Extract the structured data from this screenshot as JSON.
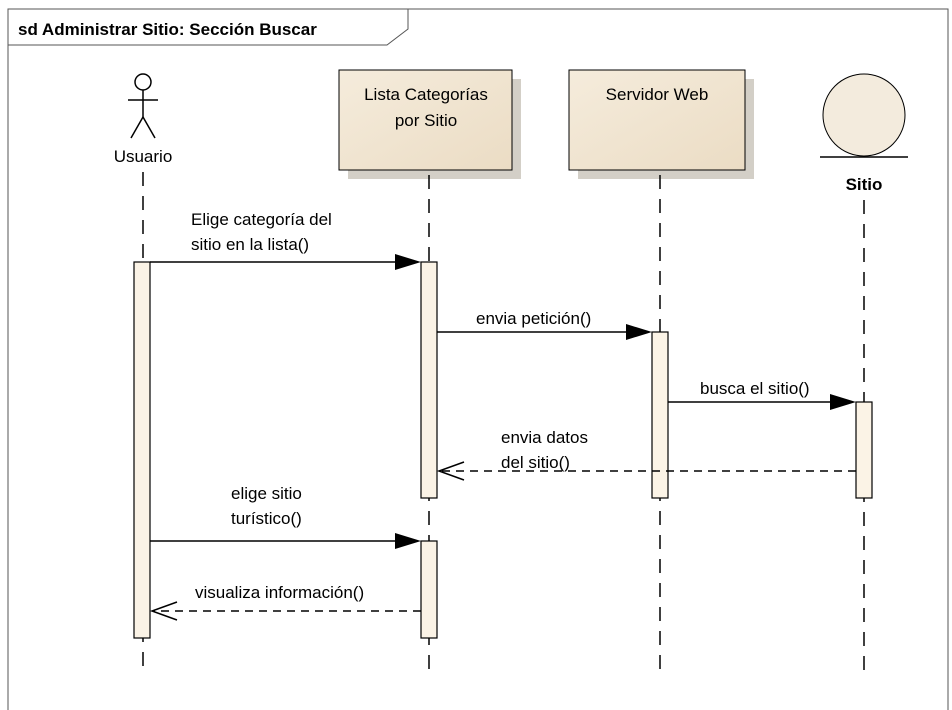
{
  "frame": {
    "title": "sd Administrar Sitio: Sección Buscar"
  },
  "lifelines": {
    "usuario": {
      "label": "Usuario",
      "kind": "actor"
    },
    "lista": {
      "label_line1": "Lista Categorías",
      "label_line2": "por Sitio",
      "kind": "boundary-box"
    },
    "servidor": {
      "label": "Servidor Web",
      "kind": "box"
    },
    "sitio": {
      "label": "Sitio",
      "kind": "entity"
    }
  },
  "messages": {
    "m1": {
      "line1": "Elige categoría del",
      "line2": "sitio en la lista()",
      "style": "sync"
    },
    "m2": {
      "line1": "envia petición()",
      "style": "sync"
    },
    "m3": {
      "line1": "busca el sitio()",
      "style": "sync"
    },
    "m4": {
      "line1": "envia datos",
      "line2": "del sitio()",
      "style": "return"
    },
    "m5": {
      "line1": "elige sitio",
      "line2": "turístico()",
      "style": "sync"
    },
    "m6": {
      "line1": "visualiza información()",
      "style": "return"
    }
  },
  "colors": {
    "box_fill": "#f1e6d3",
    "activation_fill": "#fbf3e6",
    "entity_fill": "#f3ebdd",
    "line": "#000000",
    "frame_border": "#555555"
  }
}
